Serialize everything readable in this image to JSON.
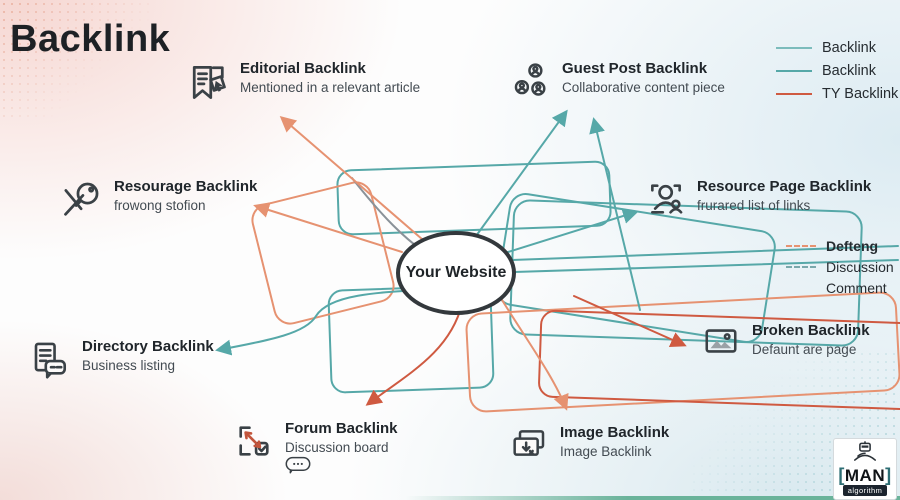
{
  "page": {
    "title": "Backlink"
  },
  "colors": {
    "teal": "#56a8a8",
    "teal_light": "#7cbcbc",
    "coral": "#e69271",
    "red": "#cf5a41",
    "gray_line": "#8a9299",
    "ink": "#20262b",
    "bg_pink": "#f6d7d2",
    "bg_blue": "#dcebf2"
  },
  "center": {
    "label": "Your Website"
  },
  "legend_top": {
    "items": [
      {
        "label": "Backlink",
        "color": "#7cbcbc",
        "style": "solid"
      },
      {
        "label": "Backlink",
        "color": "#56a8a8",
        "style": "solid"
      },
      {
        "label": "TY Backlink",
        "color": "#cf5a41",
        "style": "solid"
      }
    ]
  },
  "legend_side": {
    "items": [
      {
        "label": "Defteng",
        "color": "#e69271",
        "style": "dashed"
      },
      {
        "label": "Discussion",
        "color": "#56a8a8",
        "style": "dashed"
      },
      {
        "label": "Comment",
        "color": "",
        "style": "none"
      }
    ]
  },
  "nodes": [
    {
      "id": "editorial",
      "title": "Editorial Backlink",
      "subtitle": "Mentioned in a relevant article",
      "icon": "editorial-document-icon"
    },
    {
      "id": "guest-post",
      "title": "Guest Post Backlink",
      "subtitle": "Collaborative content piece",
      "icon": "people-group-icon"
    },
    {
      "id": "resourage",
      "title": "Resourage Backlink",
      "subtitle": "frowong stofion",
      "icon": "magnifier-pin-icon"
    },
    {
      "id": "resource-page",
      "title": "Resource Page Backlink",
      "subtitle": "frurared list of links",
      "icon": "community-brackets-icon"
    },
    {
      "id": "directory",
      "title": "Directory Backlink",
      "subtitle": "Business listing",
      "icon": "document-chat-icon"
    },
    {
      "id": "broken",
      "title": "Broken Backlink",
      "subtitle": "Defaunt are page",
      "icon": "image-placeholder-icon"
    },
    {
      "id": "forum",
      "title": "Forum Backlink",
      "subtitle": "Discussion board",
      "icon": "expand-arrows-icon",
      "extra_icon": "speech-bubble-icon"
    },
    {
      "id": "image",
      "title": "Image Backlink",
      "subtitle": "Image Backlink",
      "icon": "image-download-icon"
    }
  ],
  "logo": {
    "brand": "MAN",
    "sub": "algorithm",
    "bracket_open": "[",
    "bracket_close": "]"
  }
}
